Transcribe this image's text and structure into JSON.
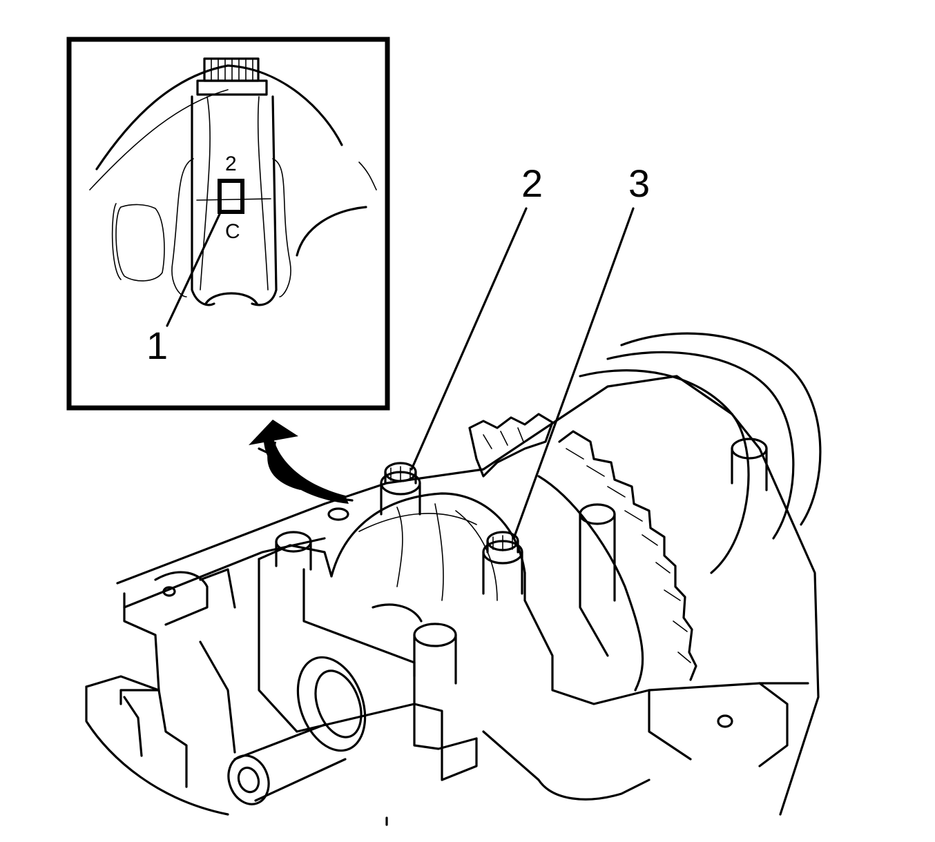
{
  "callouts": {
    "one": "1",
    "two": "2",
    "three": "3"
  },
  "inset": {
    "marks": {
      "upper": "2",
      "lower": "C"
    }
  }
}
